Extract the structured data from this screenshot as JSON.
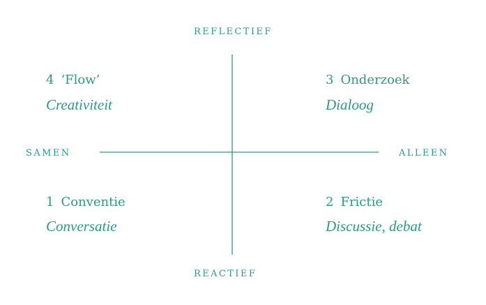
{
  "colors": {
    "accent": "#2a9a86"
  },
  "axes": {
    "top_label": "REFLECTIEF",
    "bottom_label": "REACTIEF",
    "left_label": "SAMEN",
    "right_label": "ALLEEN"
  },
  "quadrants": [
    {
      "number": "4",
      "title": "‘Flow’",
      "subtitle": "Creativiteit"
    },
    {
      "number": "3",
      "title": "Onderzoek",
      "subtitle": "Dialoog"
    },
    {
      "number": "1",
      "title": "Conventie",
      "subtitle": "Conversatie"
    },
    {
      "number": "2",
      "title": "Frictie",
      "subtitle": "Discussie, debat"
    }
  ]
}
